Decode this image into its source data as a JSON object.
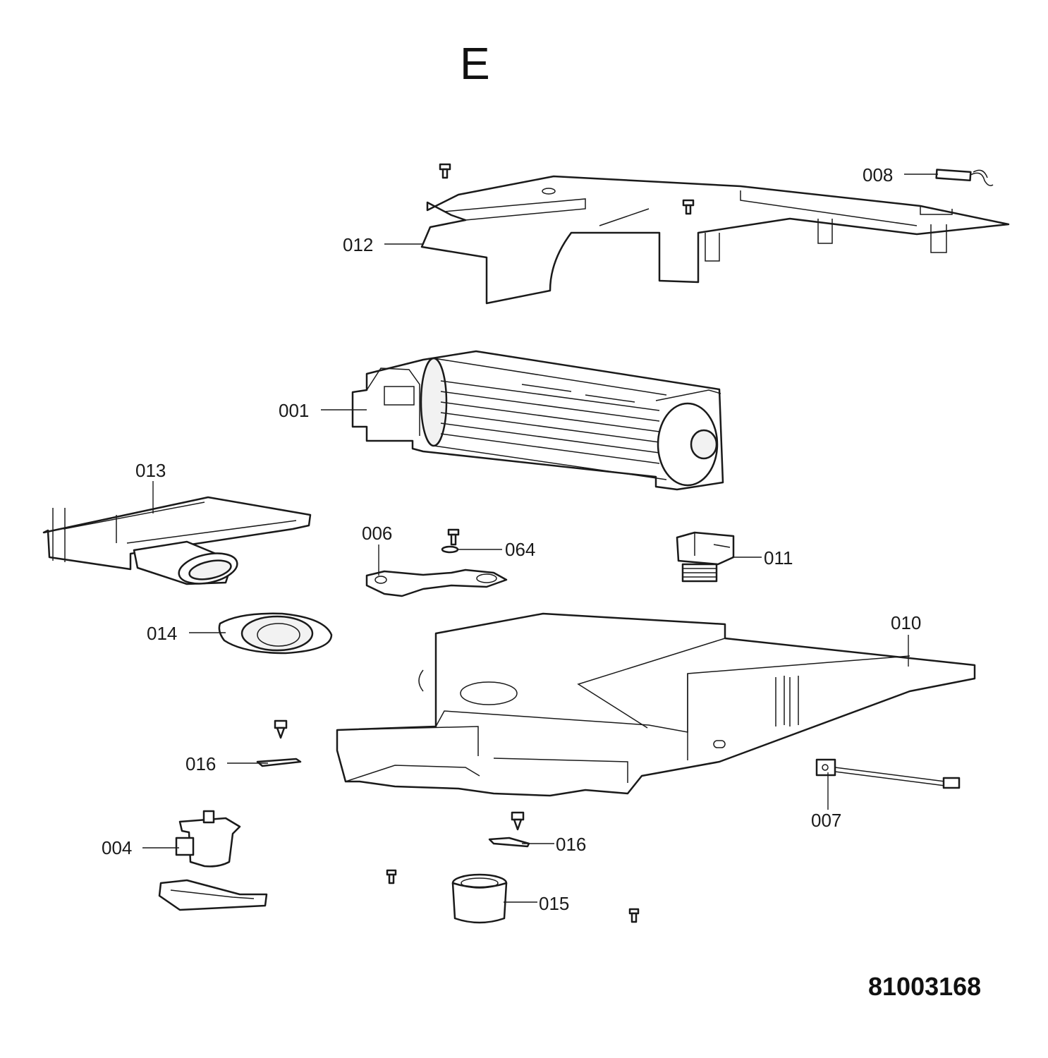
{
  "diagram": {
    "section_letter": "E",
    "document_number": "81003168",
    "callouts": {
      "c001": "001",
      "c004": "004",
      "c006": "006",
      "c007": "007",
      "c008": "008",
      "c010": "010",
      "c011": "011",
      "c012": "012",
      "c013": "013",
      "c014": "014",
      "c015": "015",
      "c016a": "016",
      "c016b": "016",
      "c064": "064"
    }
  }
}
